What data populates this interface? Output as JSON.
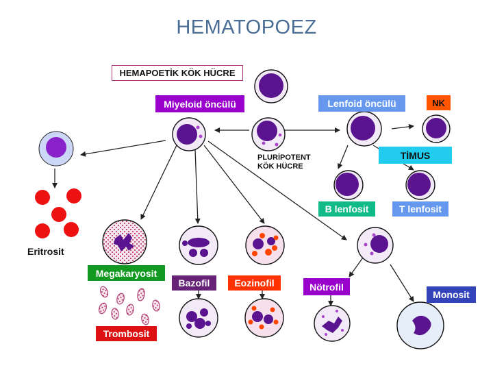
{
  "title": "HEMATOPOEZ",
  "labels": {
    "stem_cell": "HEMAPOETİK KÖK HÜCRE",
    "myeloid_progenitor": "Miyeloid öncülü",
    "lymphoid_progenitor": "Lenfoid öncülü",
    "nk": "NK",
    "thymus": "TİMUS",
    "pluripotent_line1": "PLURİPOTENT",
    "pluripotent_line2": "KÖK HÜCRE",
    "b_lymphocyte": "B lenfosit",
    "t_lymphocyte": "T lenfosit",
    "erythrocyte": "Eritrosit",
    "megakaryocyte": "Megakaryosit",
    "basophil": "Bazofil",
    "eosinophil": "Eozinofil",
    "neutrophil": "Nötrofil",
    "monocyte": "Monosit",
    "thrombocyte": "Trombosit"
  },
  "colors": {
    "title": "#4a6d95",
    "myeloid_box": "#9900cc",
    "lymphoid_box": "#6699ee",
    "nk_box": "#ff5500",
    "thymus_box": "#22ccee",
    "b_box": "#11bb88",
    "t_box": "#6699ee",
    "megakaryocyte_box": "#119922",
    "basophil_box": "#662277",
    "eosinophil_box": "#ff3300",
    "neutrophil_box": "#9900cc",
    "monocyte_box": "#3344bb",
    "thrombocyte_box": "#dd1111",
    "nucleus": "#5a148f",
    "cell_fill": "#f2eaf6",
    "rbc": "#ee1111"
  }
}
